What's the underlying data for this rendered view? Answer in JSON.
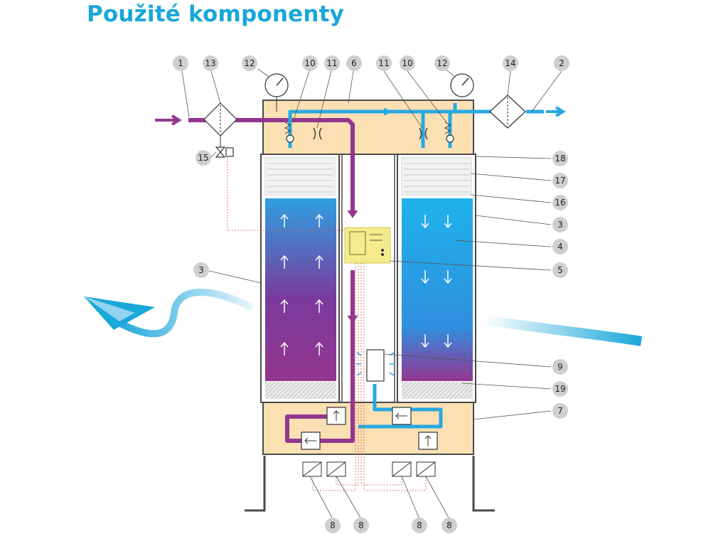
{
  "title": "Použité komponenty",
  "callouts": [
    {
      "id": "c1",
      "label": "1"
    },
    {
      "id": "c13",
      "label": "13"
    },
    {
      "id": "c12a",
      "label": "12"
    },
    {
      "id": "c10a",
      "label": "10"
    },
    {
      "id": "c11a",
      "label": "11"
    },
    {
      "id": "c6",
      "label": "6"
    },
    {
      "id": "c11b",
      "label": "11"
    },
    {
      "id": "c10b",
      "label": "10"
    },
    {
      "id": "c12b",
      "label": "12"
    },
    {
      "id": "c14",
      "label": "14"
    },
    {
      "id": "c2",
      "label": "2"
    },
    {
      "id": "c15",
      "label": "15"
    },
    {
      "id": "c18",
      "label": "18"
    },
    {
      "id": "c17",
      "label": "17"
    },
    {
      "id": "c16",
      "label": "16"
    },
    {
      "id": "c3r",
      "label": "3"
    },
    {
      "id": "c4",
      "label": "4"
    },
    {
      "id": "c5",
      "label": "5"
    },
    {
      "id": "c3l",
      "label": "3"
    },
    {
      "id": "c9",
      "label": "9"
    },
    {
      "id": "c19",
      "label": "19"
    },
    {
      "id": "c7",
      "label": "7"
    },
    {
      "id": "c8a",
      "label": "8"
    },
    {
      "id": "c8b",
      "label": "8"
    },
    {
      "id": "c8c",
      "label": "8"
    },
    {
      "id": "c8d",
      "label": "8"
    }
  ],
  "colors": {
    "title": "#1aa7d9",
    "wet_air": "#93368f",
    "dry_air": "#27a9e1",
    "housing": "#fbe0b4",
    "controller": "#f5ea8c",
    "callout": "#cfcfcf"
  },
  "icons": [
    "pressure-gauge-icon",
    "filter-icon",
    "solenoid-valve-icon",
    "check-valve-icon",
    "orifice-icon",
    "silencer-icon",
    "paper-plane-icon"
  ]
}
